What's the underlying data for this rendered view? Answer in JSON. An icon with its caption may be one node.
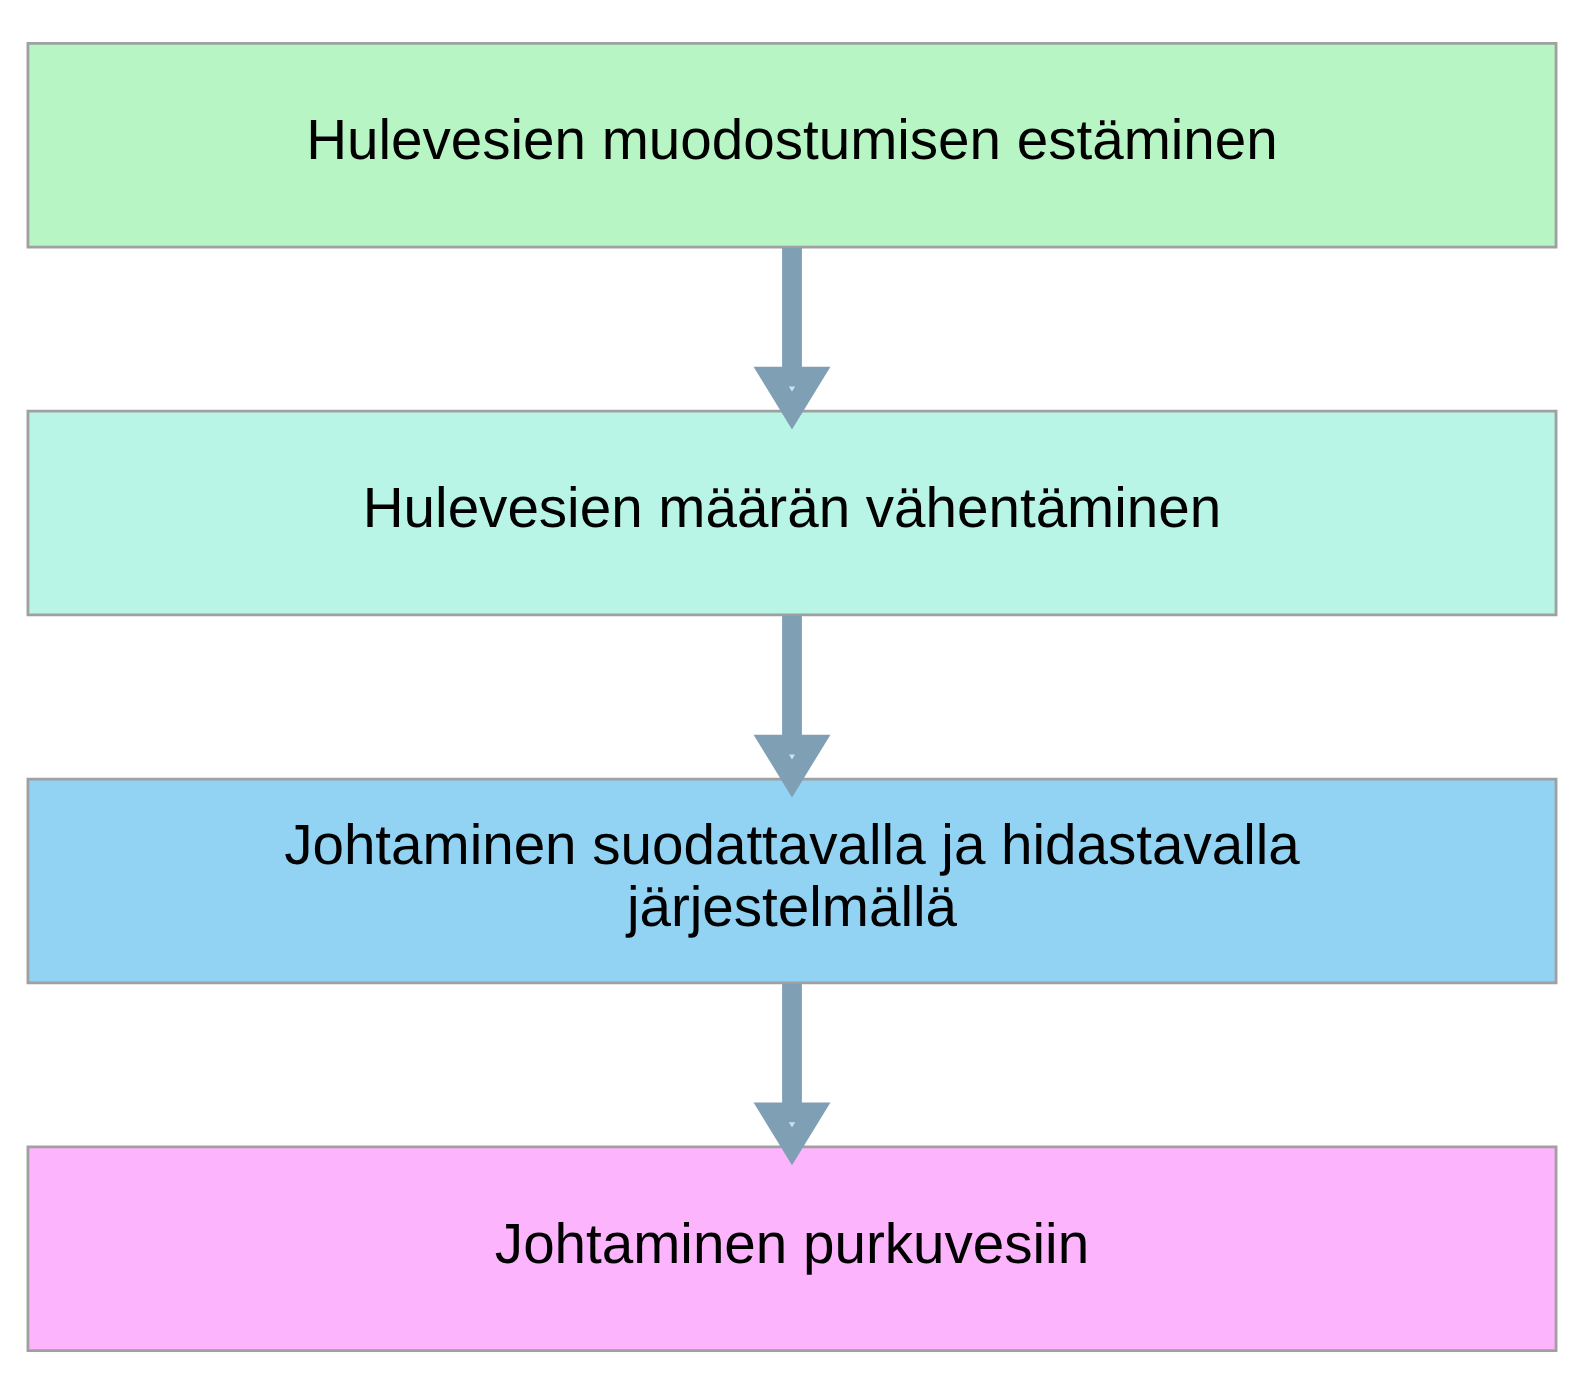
{
  "diagram": {
    "nodes": [
      {
        "text": [
          "Hulevesien muodostumisen estäminen"
        ]
      },
      {
        "text": [
          "Hulevesien määrän vähentäminen"
        ]
      },
      {
        "text": [
          "Johtaminen suodattavalla ja hidastavalla järjestelmällä"
        ]
      },
      {
        "text": [
          "Johtaminen purkuvesiin"
        ]
      }
    ],
    "edges": [
      {
        "from": 0,
        "to": 1,
        "arrow": "to"
      },
      {
        "from": 1,
        "to": 2,
        "arrow": "to"
      },
      {
        "from": 2,
        "to": 3,
        "arrow": "to"
      }
    ]
  }
}
